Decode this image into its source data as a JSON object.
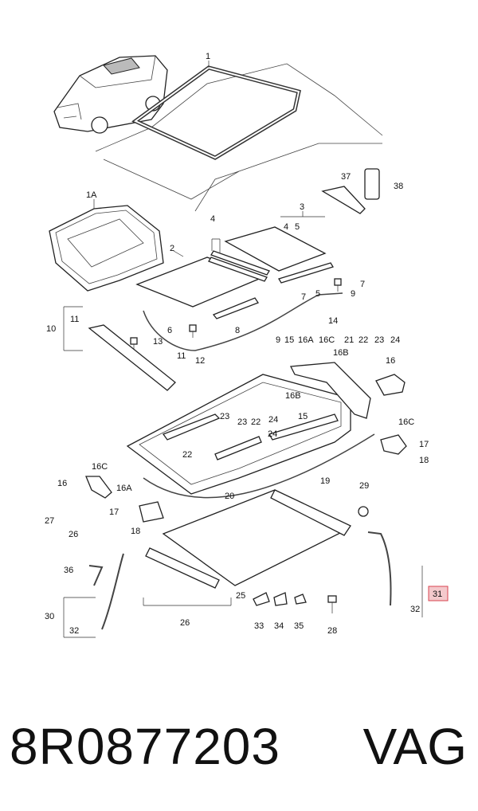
{
  "labels": {
    "l1": "1",
    "l1a": "1A",
    "l2": "2",
    "l3": "3",
    "l4": "4",
    "l4b": "4",
    "l5": "5",
    "l5b": "5",
    "l6": "6",
    "l7": "7",
    "l7b": "7",
    "l8": "8",
    "l9": "9",
    "l9b": "9",
    "l10": "10",
    "l11": "11",
    "l11b": "11",
    "l12": "12",
    "l13": "13",
    "l14": "14",
    "l15": "15",
    "l15b": "15",
    "l16a": "16A",
    "l16c": "16C",
    "l21": "21",
    "l22": "22",
    "l23": "23",
    "l24": "24",
    "l16b": "16B",
    "l16": "16",
    "l16b2": "16B",
    "l16c2": "16C",
    "l17": "17",
    "l18": "18",
    "l23b": "23",
    "l22b": "22",
    "l23c": "23",
    "l22c": "22",
    "l24b": "24",
    "l24c": "24",
    "l19": "19",
    "l16c3": "16C",
    "l16x": "16",
    "l16a2": "16A",
    "l20": "20",
    "l27": "27",
    "l26": "26",
    "l17b": "17",
    "l18b": "18",
    "l29": "29",
    "l36": "36",
    "l30": "30",
    "l32": "32",
    "l25": "25",
    "l26b": "26",
    "l33": "33",
    "l34": "34",
    "l35": "35",
    "l28": "28",
    "l31": "31",
    "l32b": "32",
    "l37": "37",
    "l38": "38"
  },
  "footer": {
    "part_number": "8R0877203",
    "brand": "VAG"
  },
  "colors": {
    "highlight_box": "#f4c9cc",
    "highlight_stroke": "#d9434f"
  }
}
